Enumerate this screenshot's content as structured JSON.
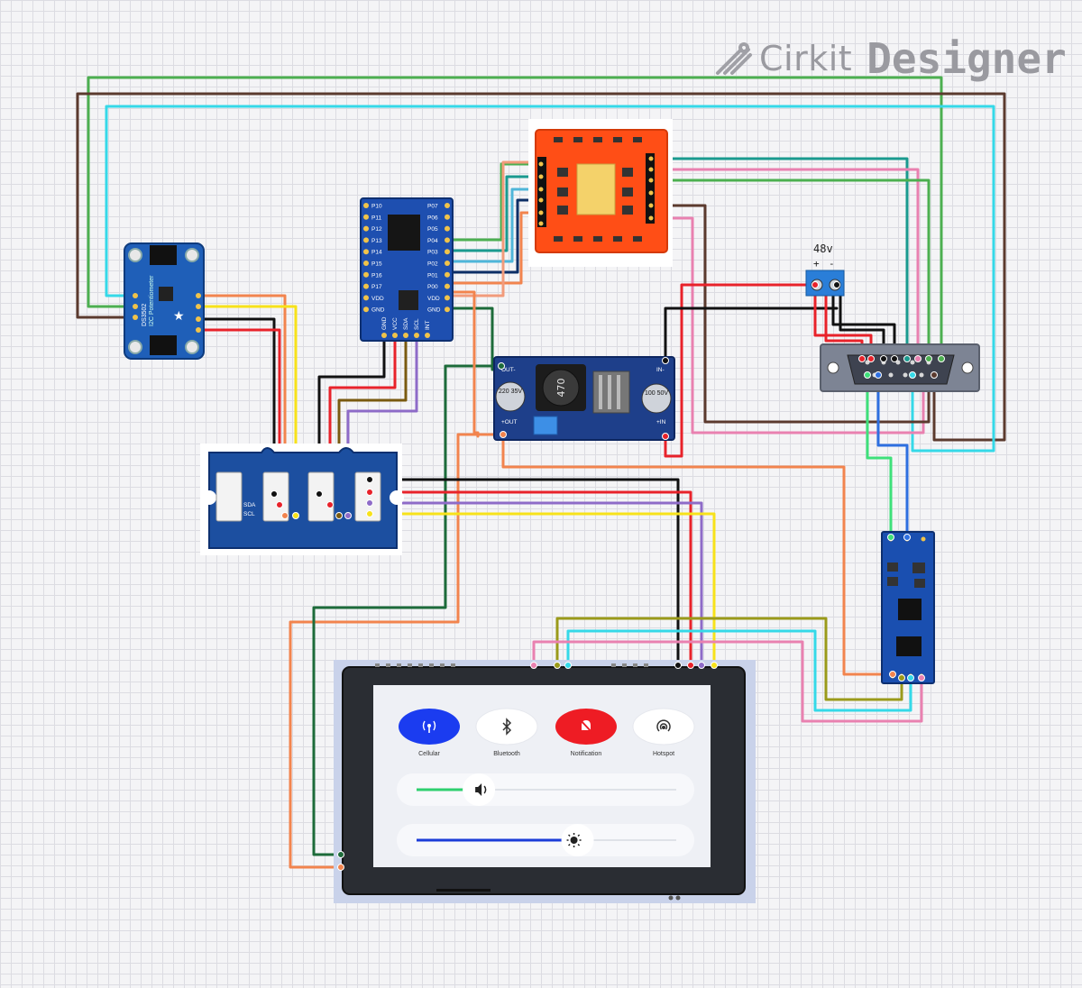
{
  "brand": {
    "prefix": "Cirkit",
    "name": "Designer"
  },
  "power_block": {
    "voltage": "48v",
    "plus": "+",
    "minus": "-"
  },
  "sensor_module": {
    "label": "DS3502",
    "sublabel": "I2C Potentiometer"
  },
  "io_expander": {
    "left_pins": [
      "P10",
      "P11",
      "P12",
      "P13",
      "P14",
      "P15",
      "P16",
      "P17",
      "VDD",
      "GND"
    ],
    "right_pins": [
      "P07",
      "P06",
      "P05",
      "P04",
      "P03",
      "P02",
      "P01",
      "P00",
      "VDD",
      "GND"
    ],
    "bottom_pins": [
      "GND",
      "VCC",
      "SDA",
      "SCL",
      "INT"
    ]
  },
  "buck_converter": {
    "inductor": "470",
    "left_cap": "220 35V",
    "right_cap": "100 50V",
    "pins": [
      "OUT-",
      "+OUT",
      "IN-",
      "+IN"
    ]
  },
  "i2c_hub": {
    "port_labels": [
      "SDA",
      "SCL"
    ]
  },
  "display": {
    "tiles": [
      {
        "label": "Cellular",
        "icon": "cellular-icon",
        "state": "on",
        "color": "#1b3cf0"
      },
      {
        "label": "Bluetooth",
        "icon": "bluetooth-icon",
        "state": "off",
        "color": "#ffffff"
      },
      {
        "label": "Notification",
        "icon": "bell-off-icon",
        "state": "on",
        "color": "#ee1c24"
      },
      {
        "label": "Hotspot",
        "icon": "hotspot-icon",
        "state": "off",
        "color": "#ffffff"
      }
    ],
    "volume_level": 0.24,
    "brightness_level": 0.62
  },
  "colors": {
    "green": "#4caf50",
    "brown": "#5b3a2e",
    "cyan": "#35d9e8",
    "orange": "#f2844e",
    "yellow": "#f7e21a",
    "black": "#111111",
    "red": "#e8222a",
    "darkbrown": "#7a5a10",
    "purple": "#8e6bc8",
    "darkgreen": "#1d6b3a",
    "teal": "#1a9a8f",
    "pink": "#e981b0",
    "navy": "#0c2e66",
    "lightblue": "#4fb6d9",
    "blue": "#2e6fe0",
    "lime": "#3ee07a",
    "olive": "#9a9a1a"
  }
}
